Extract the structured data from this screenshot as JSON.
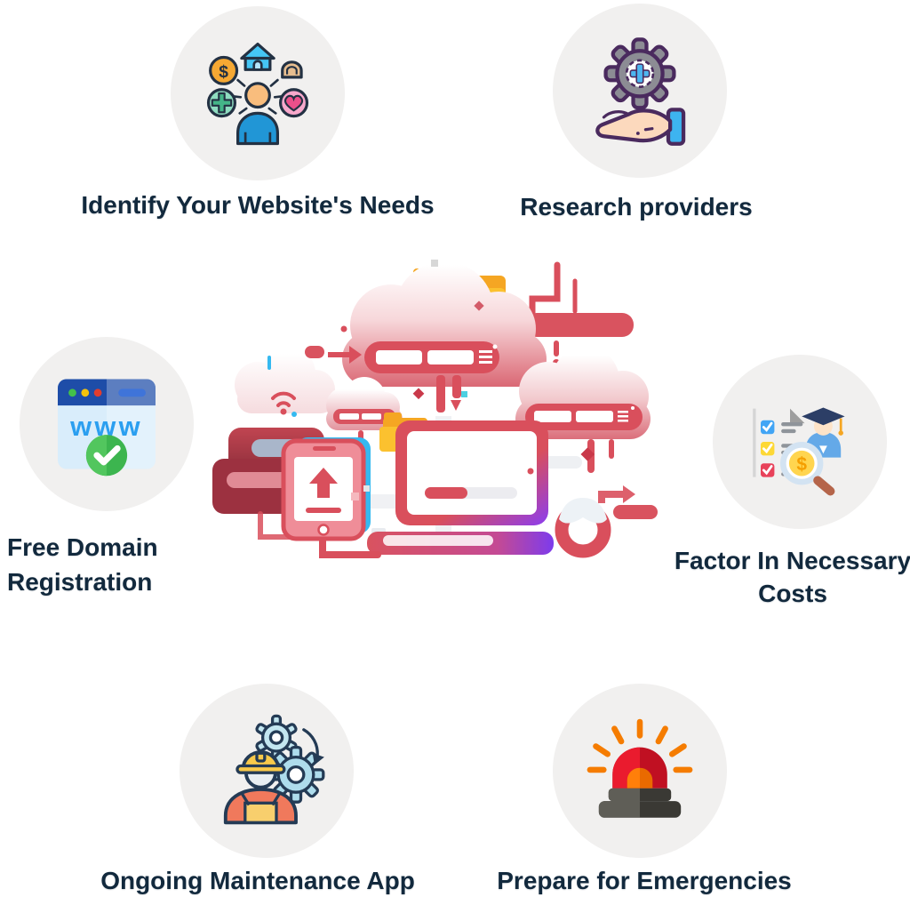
{
  "steps": [
    {
      "label": "Identify Your Website's Needs",
      "icon": "needs-person-icon"
    },
    {
      "label": "Research providers",
      "icon": "gear-hand-icon"
    },
    {
      "label": "Free Domain Registration",
      "icon": "domain-browser-icon"
    },
    {
      "label": "Factor In Necessary Costs",
      "icon": "costs-checklist-icon"
    },
    {
      "label": "Ongoing Maintenance App",
      "icon": "maintenance-worker-icon"
    },
    {
      "label": "Prepare for Emergencies",
      "icon": "emergency-siren-icon"
    },
    {
      "label": "www",
      "icon_text": "www"
    }
  ],
  "browser_icon_text": "www",
  "coin_symbol": "$",
  "center": {
    "name": "cloud-hosting-illustration",
    "description": "Pink and red clouds with server bars, yellow folders, laptop, smartphone with upload arrow, chat cards and network connectors"
  },
  "colors": {
    "label_text": "#12293d",
    "circle_bg": "#f1f0ef",
    "illustration_red": "#d94f5c",
    "cloud_pink": "#e2858f",
    "folder_yellow": "#f9b234",
    "accent_cyan": "#35b9f0",
    "accent_purple": "#8b3df0",
    "siren_red": "#e8192c",
    "siren_orange": "#ff7b00",
    "check_green": "#3cb54f"
  }
}
